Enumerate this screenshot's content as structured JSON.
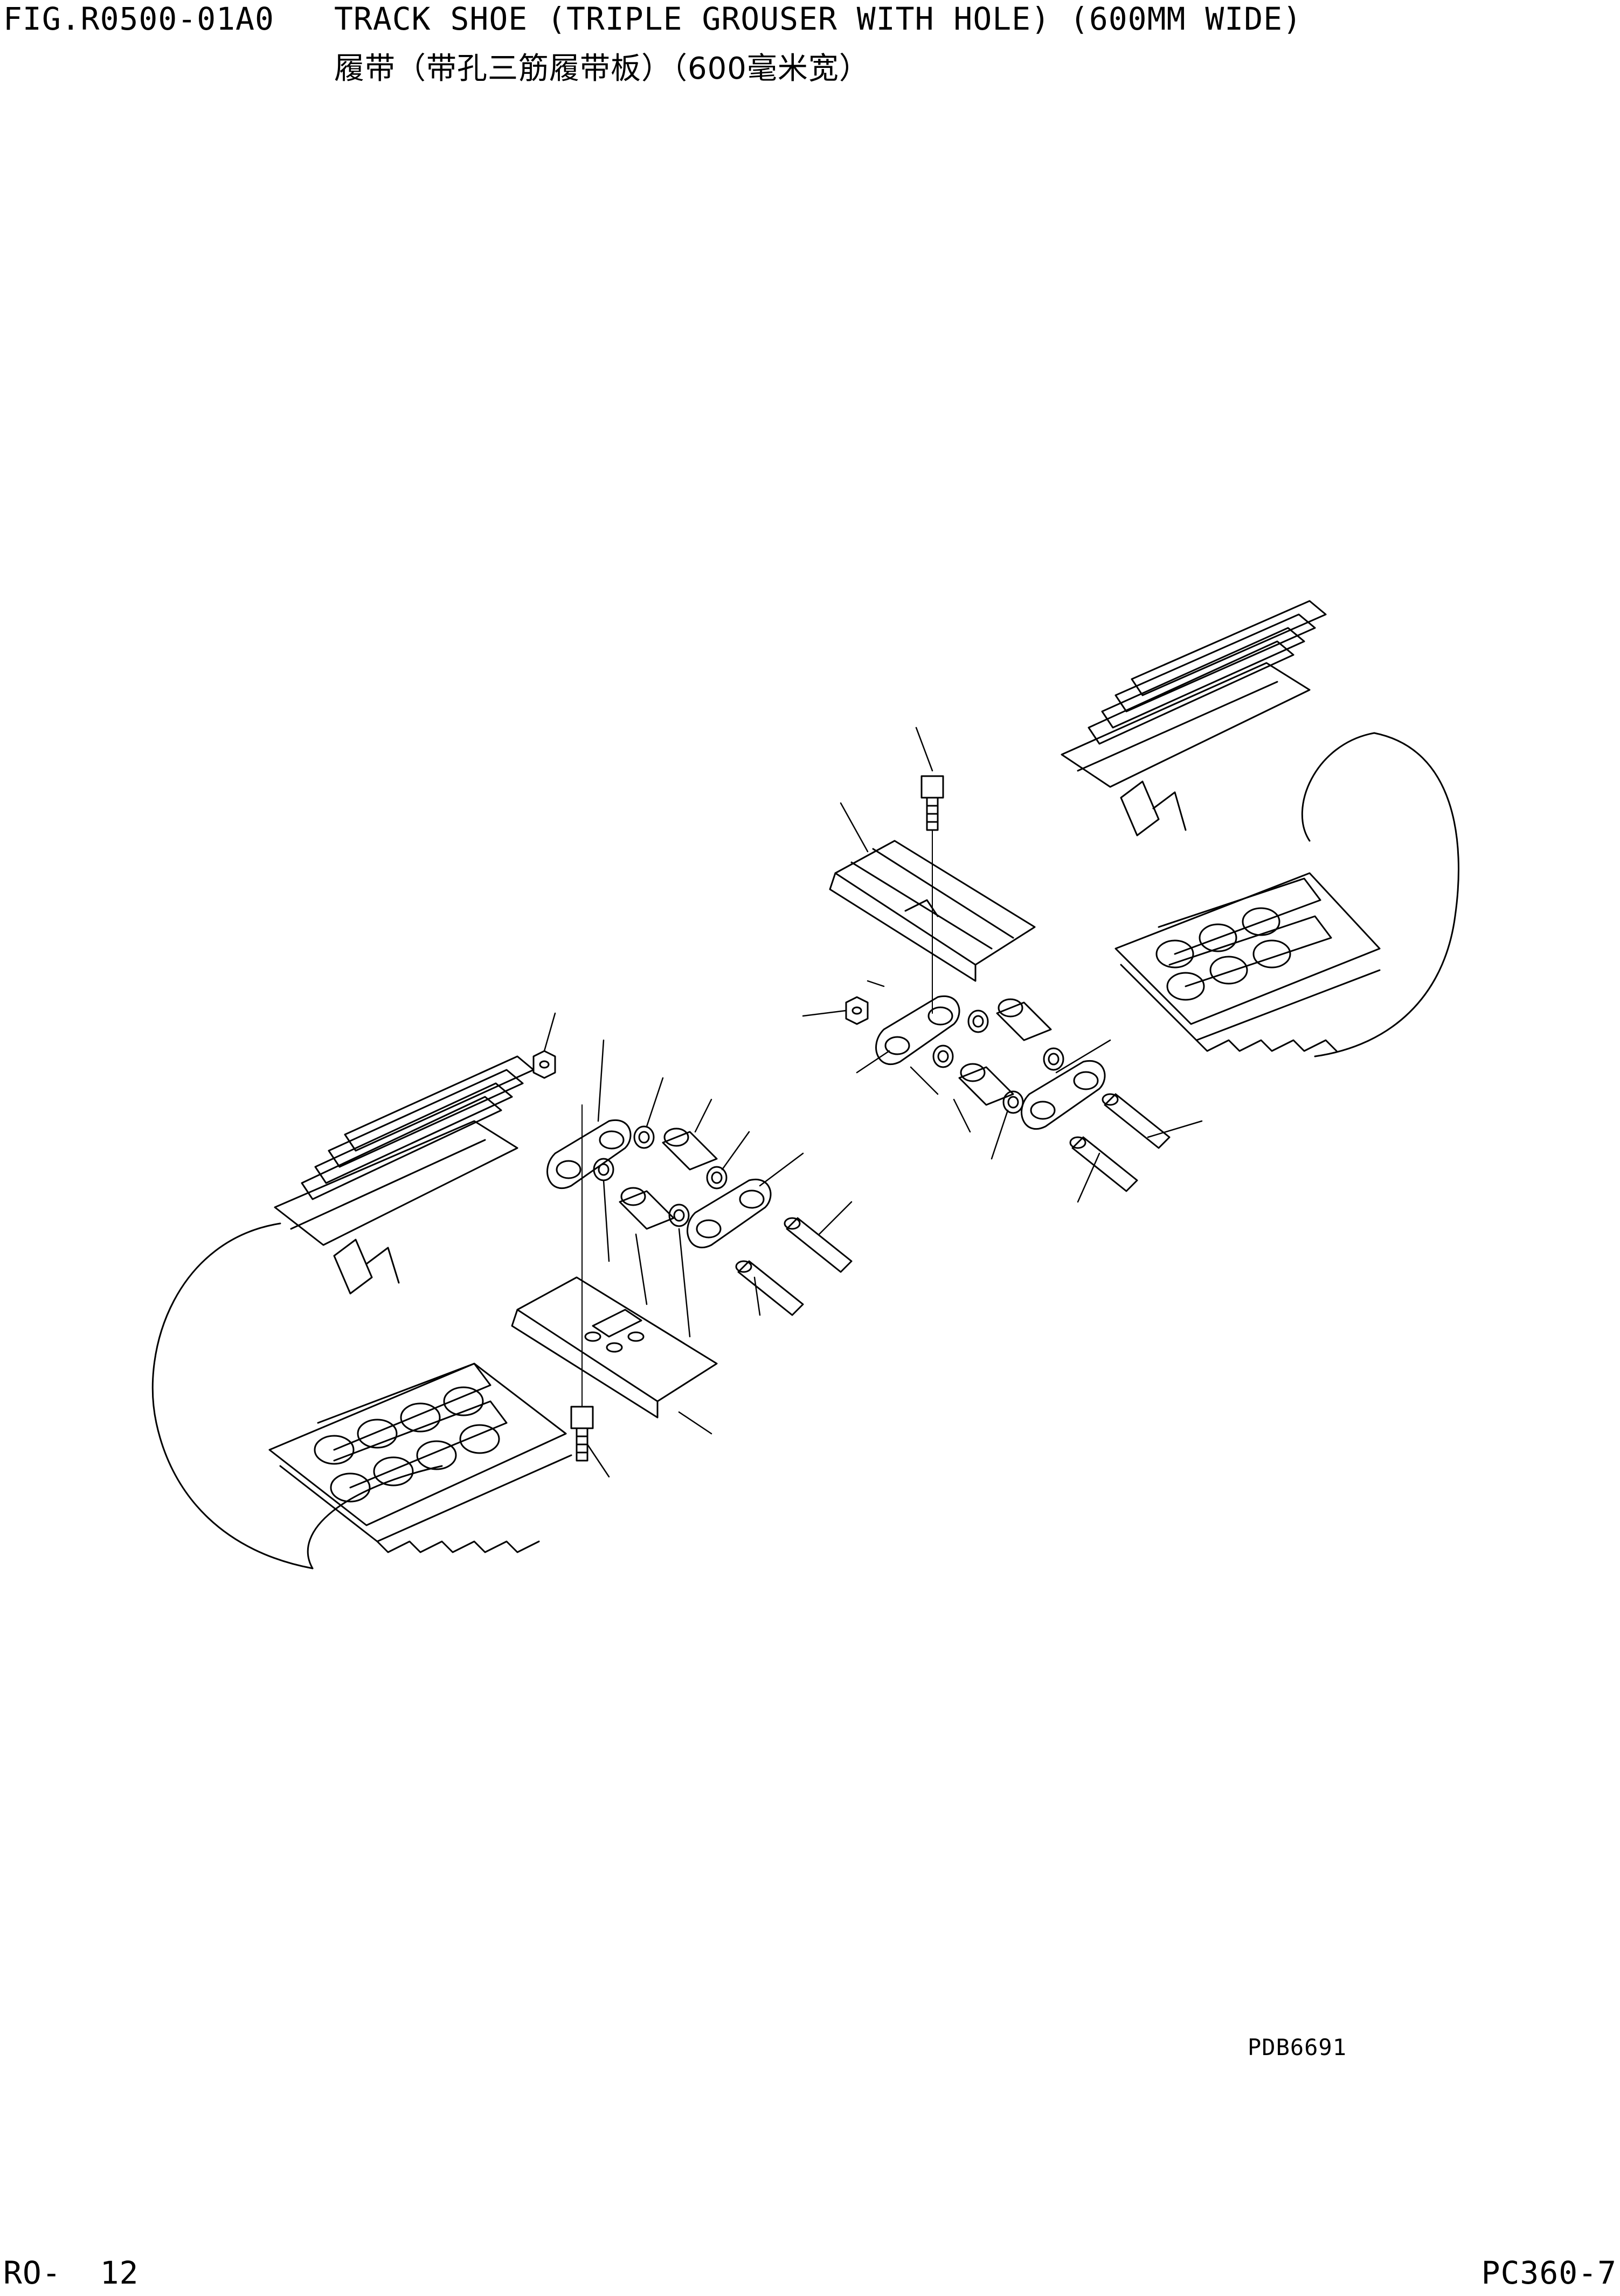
{
  "header": {
    "figure_code": "FIG.R0500-01A0",
    "title_en": "TRACK SHOE (TRIPLE GROUSER WITH HOLE) (600MM WIDE)",
    "title_cn": "履带（带孔三筋履带板）（600毫米宽）"
  },
  "drawing_code": "PDB6691",
  "footer": {
    "page": "RO-  12",
    "model": "PC360-7"
  }
}
